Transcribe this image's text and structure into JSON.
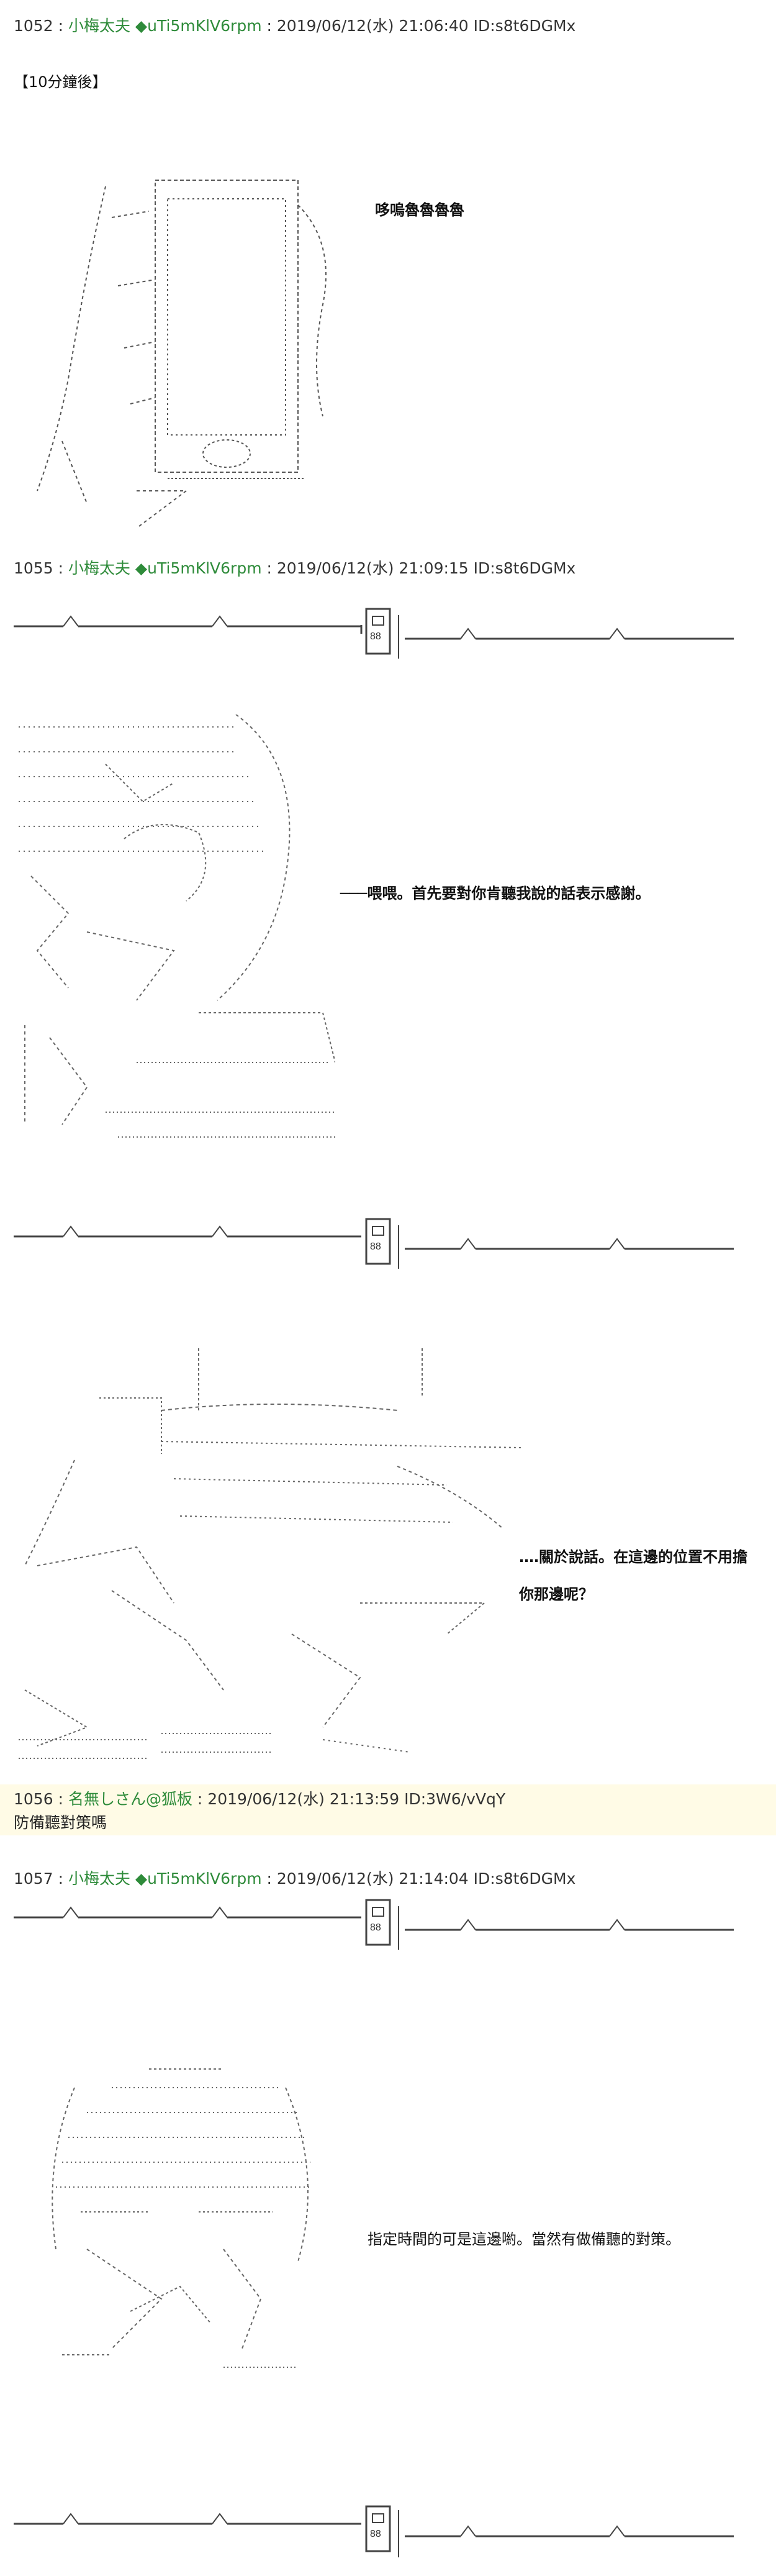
{
  "posts": [
    {
      "number": "1052",
      "name": "小梅太夫",
      "trip": "◆uTi5mKlV6rpm",
      "datetime": "2019/06/12(水) 21:06:40",
      "id": "ID:s8t6DGMx",
      "lines": [
        "【10分鐘後】",
        "哆嗚魯魯魯魯"
      ]
    },
    {
      "number": "1055",
      "name": "小梅太夫",
      "trip": "◆uTi5mKlV6rpm",
      "datetime": "2019/06/12(水) 21:09:15",
      "id": "ID:s8t6DGMx",
      "lines": [
        "───喂喂。首先要對你肯聽我說的話表示感謝。",
        "‥‥關於說話。在這邊的位置不用擔",
        "你那邊呢？"
      ]
    },
    {
      "number": "1056",
      "name": "名無しさん@狐板",
      "datetime": "2019/06/12(水) 21:13:59",
      "id": "ID:3W6/vVqY",
      "lines": [
        "防備聽對策嗎"
      ]
    },
    {
      "number": "1057",
      "name": "小梅太夫",
      "trip": "◆uTi5mKlV6rpm",
      "datetime": "2019/06/12(水) 21:14:04",
      "id": "ID:s8t6DGMx",
      "lines": [
        "指定時間的可是這邊喲。當然有做備聽的對策。"
      ]
    }
  ],
  "separator_glyph": "88"
}
